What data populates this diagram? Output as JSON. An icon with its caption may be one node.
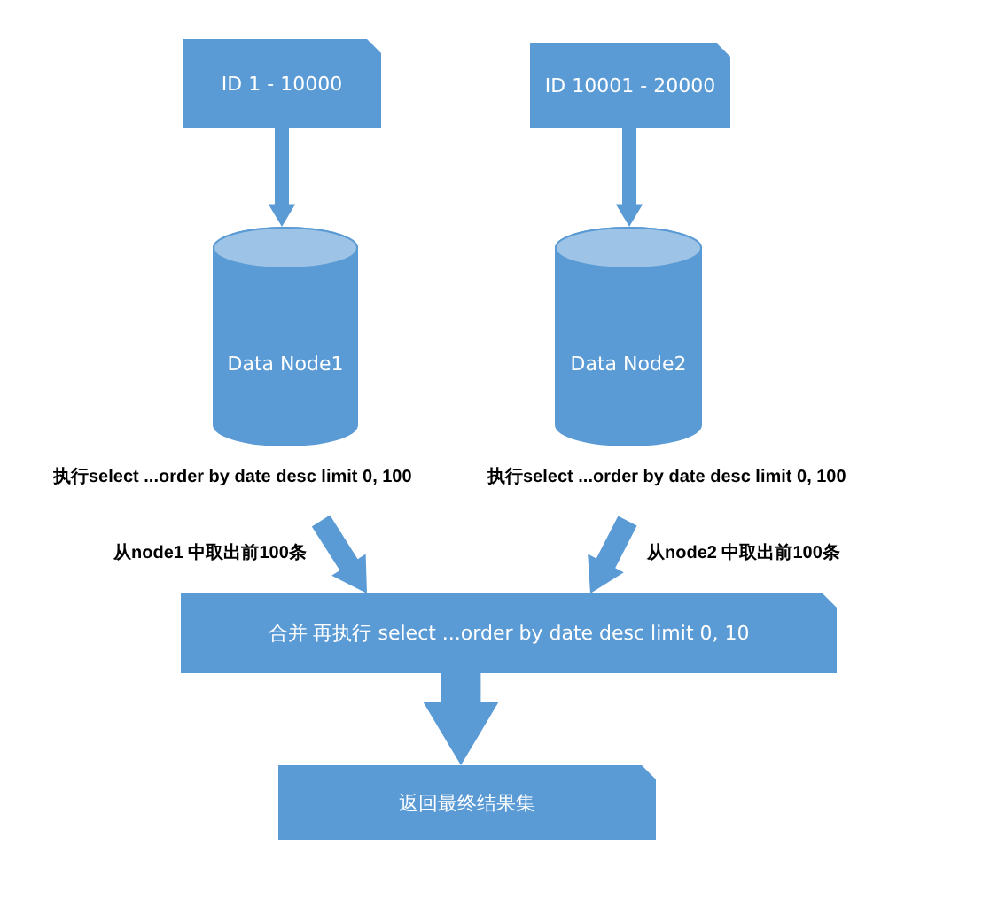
{
  "diagram": {
    "nodes": [
      {
        "text": [
          "ID  1 - 10000"
        ]
      },
      {
        "text": [
          "ID  10001 - 20000"
        ]
      },
      {
        "text": [
          "Data Node1"
        ],
        "beside": [
          "执行select ...order by date desc limit 0, 100"
        ]
      },
      {
        "text": [
          "Data Node2"
        ],
        "beside": [
          "执行select ...order by date desc limit 0, 100"
        ]
      },
      {
        "text": [
          "合并 再执行 select ...order by date desc limit 0, 10"
        ]
      },
      {
        "text": [
          "返回最终结果集"
        ]
      }
    ],
    "edges": [
      {
        "from": 0,
        "to": 2,
        "arrow": "to"
      },
      {
        "from": 1,
        "to": 3,
        "arrow": "to"
      },
      {
        "from": 2,
        "to": 4,
        "arrow": "to",
        "label": "从node1 中取出前100条"
      },
      {
        "from": 3,
        "to": 4,
        "arrow": "to",
        "label": "从node2 中取出前100条"
      },
      {
        "from": 4,
        "to": 5,
        "arrow": "to",
        "style": "thick"
      }
    ]
  }
}
